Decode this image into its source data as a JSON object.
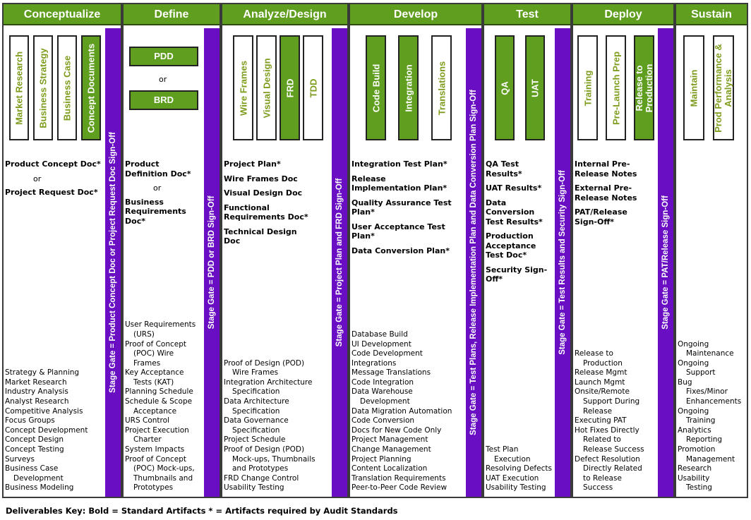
{
  "phases": [
    {
      "name": "Conceptualize",
      "gate": "Stage Gate = Product Concept Doc or Project Request Doc Sign-Off",
      "boxes": [
        {
          "label": "Market Research",
          "filled": false
        },
        {
          "label": "Business Strategy",
          "filled": false
        },
        {
          "label": "Business Case",
          "filled": false
        },
        {
          "label": "Concept Documents",
          "filled": true
        }
      ],
      "deliverables": [
        "Product Concept Doc*",
        "or",
        "Project Request Doc*"
      ],
      "activities": [
        "Strategy & Planning",
        "Market Research",
        "Industry Analysis",
        "Analyst Research",
        "Competitive Analysis",
        "Focus Groups",
        "Concept Development",
        "Concept Design",
        "Concept Testing",
        "Surveys",
        "Business Case Development",
        "Business Modeling"
      ]
    },
    {
      "name": "Define",
      "gate": "Stage Gate = PDD or BRD Sign-Off",
      "docs": {
        "first": "PDD",
        "or": "or",
        "second": "BRD"
      },
      "deliverables": [
        "Product Definition Doc*",
        "or",
        "Business Requirements Doc*"
      ],
      "activities": [
        "User Requirements (URS)",
        "Proof of Concept (POC) Wire Frames",
        "Key Acceptance Tests (KAT)",
        "Planning Schedule",
        "Schedule & Scope Acceptance",
        "URS Control",
        "Project Execution Charter",
        "System Impacts",
        "Proof of Concept (POC) Mock-ups, Thumbnails and Prototypes"
      ]
    },
    {
      "name": "Analyze/Design",
      "gate": "Stage Gate = Project Plan and FRD Sign-Off",
      "boxes": [
        {
          "label": "Wire Frames",
          "filled": false
        },
        {
          "label": "Visual Design",
          "filled": false
        },
        {
          "label": "FRD",
          "filled": true
        },
        {
          "label": "TDD",
          "filled": false
        }
      ],
      "deliverables": [
        "Project Plan*",
        "Wire Frames Doc",
        "Visual Design Doc",
        "Functional Requirements Doc*",
        "Technical Design Doc"
      ],
      "activities": [
        "Proof of Design (POD) Wire Frames",
        "Integration Architecture Specification",
        "Data Architecture Specification",
        "Data Governance Specification",
        "Project Schedule",
        "Proof of Design (POD) Mock-ups, Thumbnails and Prototypes",
        "FRD Change Control",
        "Usability Testing"
      ]
    },
    {
      "name": "Develop",
      "gate": "Stage Gate = Test Plans, Release Implementation Plan and Data Conversion Plan Sign-Off",
      "boxes": [
        {
          "label": "Code Build",
          "filled": true
        },
        {
          "label": "Integration",
          "filled": true
        },
        {
          "label": "Translations",
          "filled": false
        }
      ],
      "deliverables": [
        "Integration Test Plan*",
        "Release Implementation Plan*",
        "Quality Assurance Test Plan*",
        "User Acceptance Test Plan*",
        "Data Conversion Plan*"
      ],
      "activities": [
        "Database Build",
        "UI Development",
        "Code Development",
        "Integrations",
        "Message Translations",
        "Code Integration",
        "Data Warehouse Development",
        "Data Migration Automation",
        "Code Conversion",
        "Docs for New Code Only",
        "Project Management",
        "Change Management",
        "Project Planning",
        "Content Localization",
        "Translation Requirements",
        "Peer-to-Peer Code Review"
      ]
    },
    {
      "name": "Test",
      "gate": "Stage Gate = Test Results and Security Sign-Off",
      "boxes": [
        {
          "label": "QA",
          "filled": true
        },
        {
          "label": "UAT",
          "filled": true
        }
      ],
      "deliverables": [
        "QA Test Results*",
        "UAT Results*",
        "Data Conversion Test Results*",
        "Production Acceptance Test Doc*",
        "Security Sign-Off*"
      ],
      "activities": [
        "Test Plan Execution",
        "Resolving Defects",
        "UAT Execution",
        "Usability Testing"
      ]
    },
    {
      "name": "Deploy",
      "gate": "Stage Gate = PAT/Release Sign-Off",
      "boxes": [
        {
          "label": "Training",
          "filled": false
        },
        {
          "label": "Pre-Launch Prep",
          "filled": false
        },
        {
          "label": "Release to Production",
          "filled": true
        }
      ],
      "deliverables": [
        "Internal Pre-Release Notes",
        "External Pre-Release Notes",
        "PAT/Release Sign-Off*"
      ],
      "activities": [
        "Release to Production",
        "Release Mgmt",
        "Launch Mgmt",
        "Onsite/Remote Support During Release",
        "Executing PAT",
        "Hot Fixes Directly Related to Release Success",
        "Defect Resolution Directly Related to Release Success"
      ]
    },
    {
      "name": "Sustain",
      "boxes": [
        {
          "label": "Maintain",
          "filled": false
        },
        {
          "label": "Prod Performance & Analysis",
          "filled": false
        }
      ],
      "deliverables": [],
      "activities": [
        "Ongoing Maintenance",
        "Ongoing Support",
        "Bug Fixes/Minor Enhancements",
        "Ongoing Training",
        "Analytics Reporting",
        "Promotion Management",
        "Research",
        "Usability Testing"
      ]
    }
  ],
  "key": "Deliverables Key:  Bold = Standard Artifacts   * = Artifacts required by Audit Standards",
  "colors": {
    "header": "#5f9e1e",
    "gate": "#6a0ec4",
    "outlineText": "#7e9c1c",
    "border": "#222222"
  }
}
